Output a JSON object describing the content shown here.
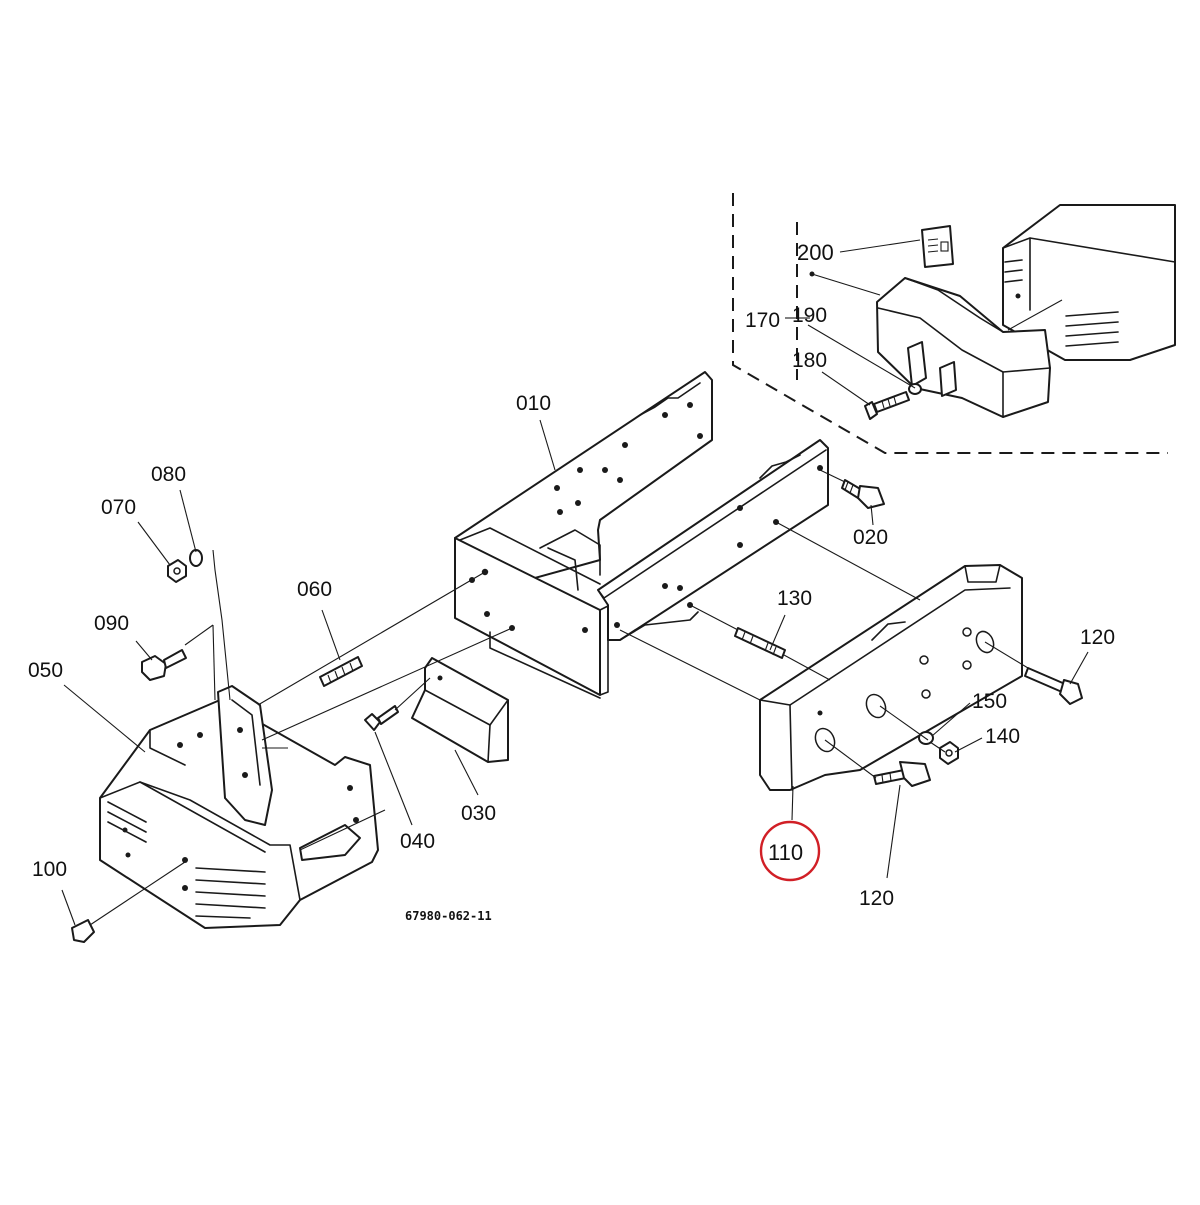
{
  "diagram": {
    "drawing_number": "67980-062-11",
    "highlight_color": "#d11f26",
    "line_color": "#1a1a1a",
    "highlighted_part": "110",
    "callouts": [
      {
        "id": "c010",
        "number": "010"
      },
      {
        "id": "c020",
        "number": "020"
      },
      {
        "id": "c030",
        "number": "030"
      },
      {
        "id": "c040",
        "number": "040"
      },
      {
        "id": "c050",
        "number": "050"
      },
      {
        "id": "c060",
        "number": "060"
      },
      {
        "id": "c070",
        "number": "070"
      },
      {
        "id": "c080",
        "number": "080"
      },
      {
        "id": "c090",
        "number": "090"
      },
      {
        "id": "c100",
        "number": "100"
      },
      {
        "id": "c110",
        "number": "110"
      },
      {
        "id": "c120a",
        "number": "120"
      },
      {
        "id": "c120b",
        "number": "120"
      },
      {
        "id": "c130",
        "number": "130"
      },
      {
        "id": "c140",
        "number": "140"
      },
      {
        "id": "c150",
        "number": "150"
      },
      {
        "id": "c170",
        "number": "170"
      },
      {
        "id": "c180",
        "number": "180"
      },
      {
        "id": "c190",
        "number": "190"
      },
      {
        "id": "c200",
        "number": "200"
      }
    ]
  }
}
